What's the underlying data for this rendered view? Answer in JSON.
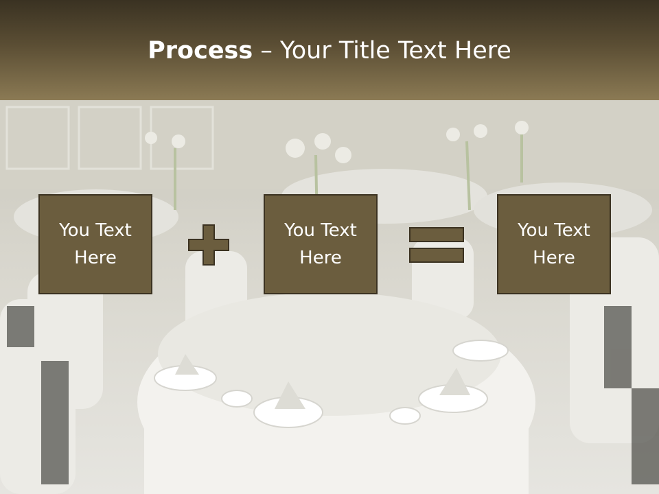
{
  "slide": {
    "title_bold": "Process",
    "title_dash": " – ",
    "title_rest": "Your Title Text Here"
  },
  "boxes": [
    {
      "label": "You Text Here"
    },
    {
      "label": "You Text Here"
    },
    {
      "label": "You Text Here"
    }
  ],
  "operators": [
    "plus-icon",
    "equals-icon"
  ],
  "colors": {
    "header_dark": "#3a3222",
    "header_light": "#8b7a54",
    "box_fill": "#6b5d3e",
    "box_border": "#3b3221"
  }
}
